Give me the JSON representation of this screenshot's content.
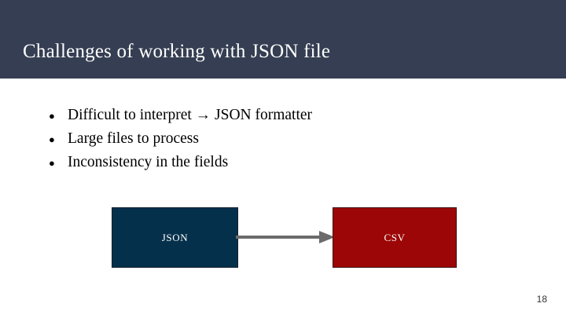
{
  "slide": {
    "title": "Challenges of working with JSON file",
    "header_color": "#353e52",
    "title_color": "#ffffff",
    "background_color": "#ffffff",
    "page_number": "18"
  },
  "bullets": {
    "marker": "●",
    "items": [
      {
        "text": "Difficult to interpret → JSON formatter"
      },
      {
        "text": "Large files to process"
      },
      {
        "text": "Inconsistency in the fields"
      }
    ]
  },
  "diagram": {
    "type": "flow",
    "source": {
      "label": "JSON",
      "fill": "#05304b",
      "text_color": "#ffffff"
    },
    "target": {
      "label": "CSV",
      "fill": "#9c0606",
      "text_color": "#ffffff"
    },
    "connector": {
      "name": "arrow-right",
      "color": "#6b6b6b",
      "direction": "source-to-target"
    }
  }
}
